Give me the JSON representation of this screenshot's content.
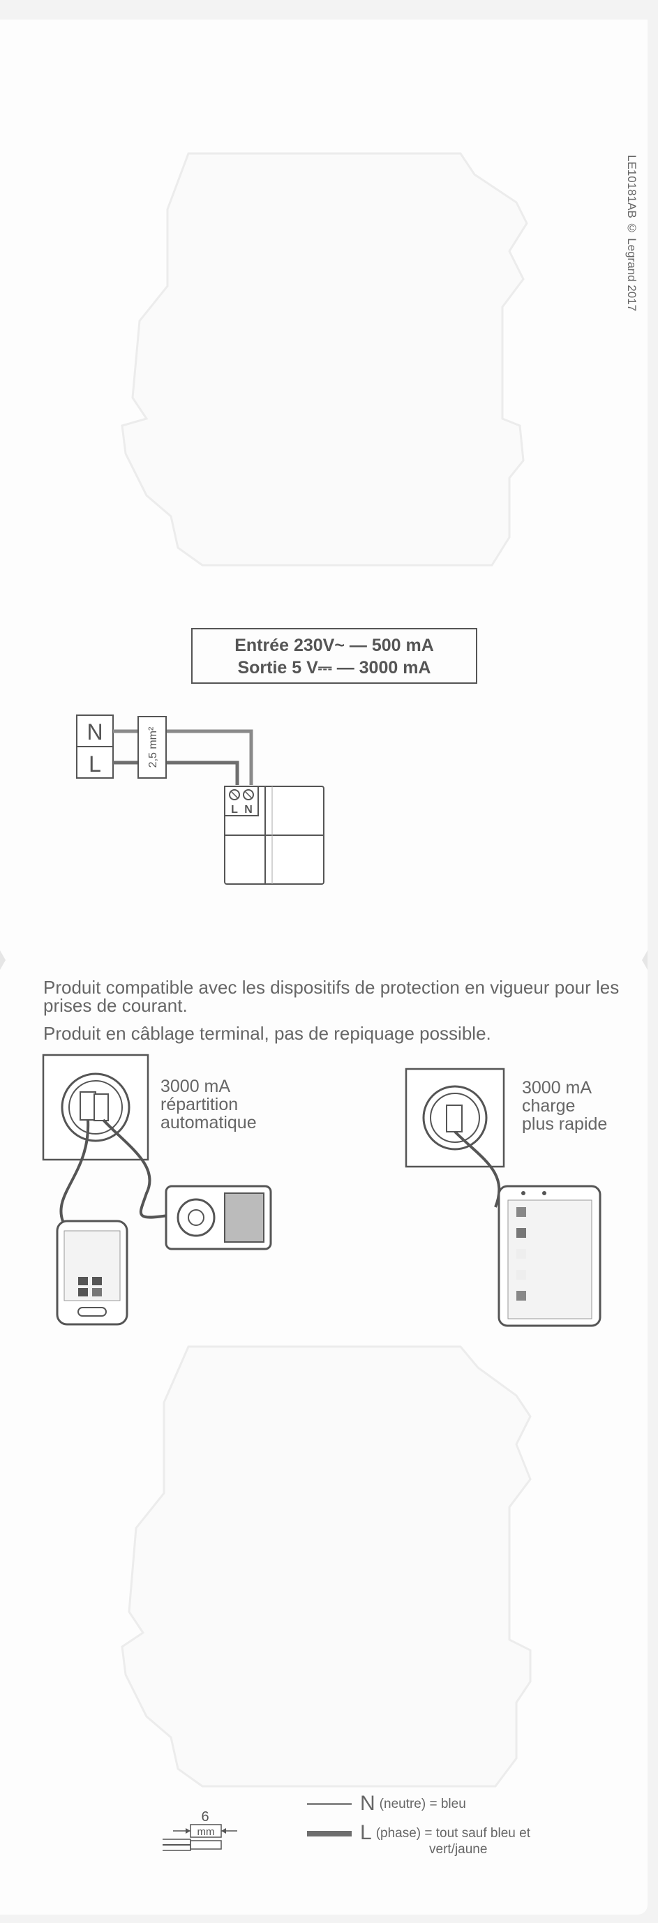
{
  "reference": "LE10181AB © Legrand 2017",
  "spec_box": {
    "input_line": "Entrée 230V~ — 500 mA",
    "output_line": "Sortie 5 V⎓ — 3000 mA"
  },
  "wiring": {
    "supply_n": "N",
    "supply_l": "L",
    "wire_section": "2,5 mm²",
    "terminal_l": "L",
    "terminal_n": "N"
  },
  "compat_text": {
    "line1": "Produit compatible avec les dispositifs de protection en vigueur pour les prises de courant.",
    "line2": "Produit en câblage terminal, pas de repiquage possible."
  },
  "examples": {
    "left": {
      "current": "3000 mA",
      "desc1": "répartition",
      "desc2": "automatique"
    },
    "right": {
      "current": "3000 mA",
      "desc1": "charge",
      "desc2": "plus rapide"
    }
  },
  "strip": {
    "length": "6",
    "unit": "mm"
  },
  "legend": {
    "n_letter": "N",
    "n_text": "(neutre) = bleu",
    "l_letter": "L",
    "l_text": "(phase) = tout sauf bleu et",
    "l_text2": "vert/jaune"
  },
  "colors": {
    "wire_neutral": "#8a8a8a",
    "wire_phase": "#6e6e6e",
    "outline": "#555555"
  }
}
